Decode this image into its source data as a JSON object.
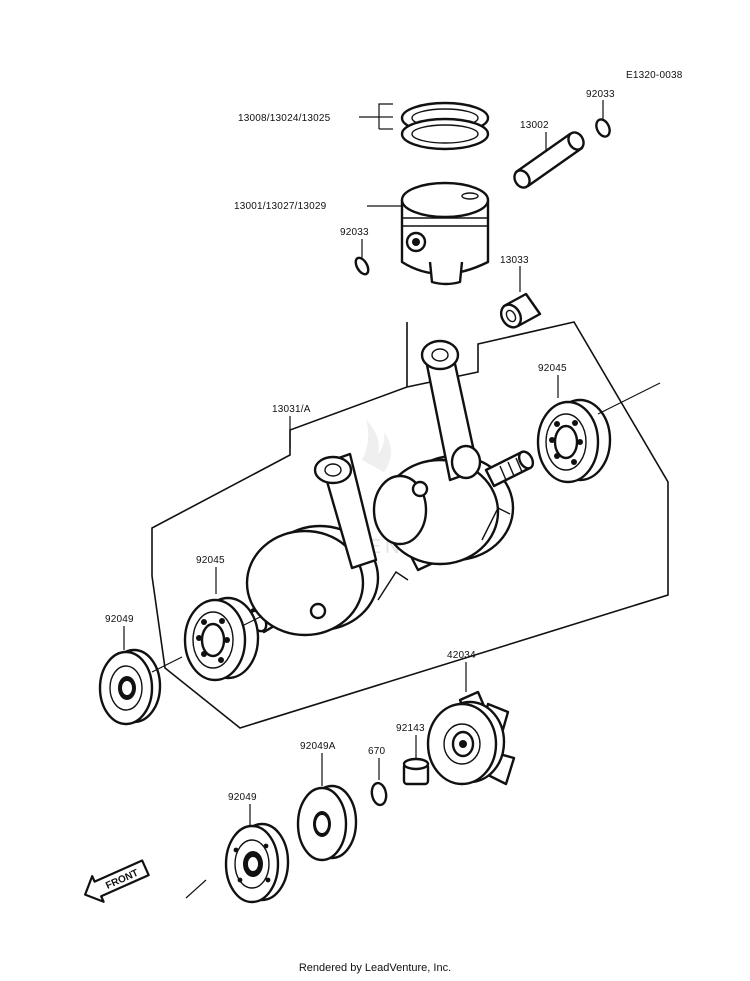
{
  "diagram_code": "E1320-0038",
  "watermark": "LEADVENTURE",
  "footer": "Rendered by LeadVenture, Inc.",
  "front_label": "FRONT",
  "callouts": [
    "13008/13024/13025",
    "92033",
    "13002",
    "13001/13027/13029",
    "92033",
    "13033",
    "13031/A",
    "92045",
    "92045",
    "92049",
    "42034",
    "92143",
    "92049A",
    "670",
    "92049"
  ]
}
